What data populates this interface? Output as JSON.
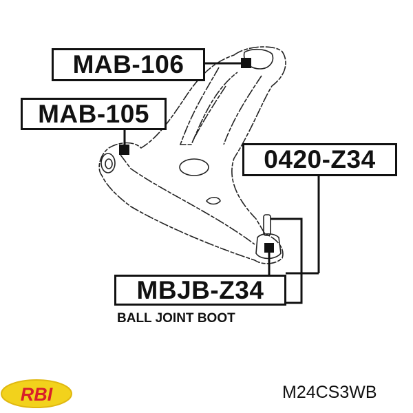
{
  "callouts": {
    "mab106": "MAB-106",
    "mab105": "MAB-105",
    "z0420": "0420-Z34",
    "mbjb": "MBJB-Z34",
    "mbjb_desc": "BALL JOINT BOOT"
  },
  "part_code": "M24CS3WB",
  "logo": {
    "text": "RBI",
    "colors": {
      "oval": "#f2d21c",
      "text": "#d8202a"
    }
  }
}
